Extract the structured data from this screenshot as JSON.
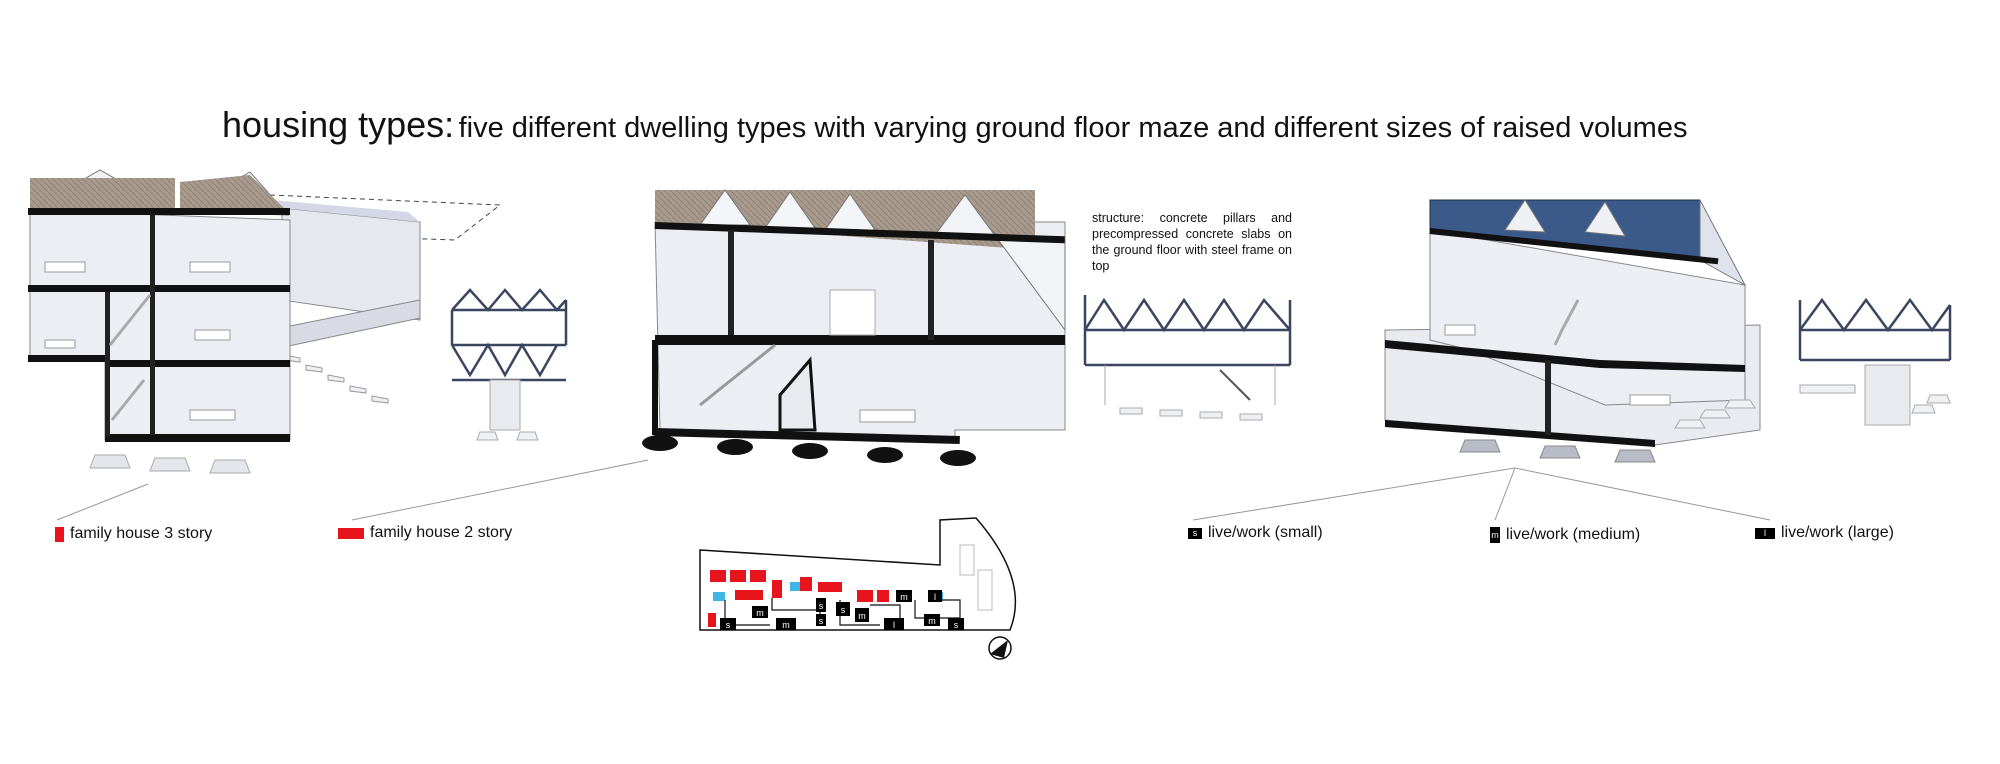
{
  "title": {
    "lead": "housing types:",
    "rest": "five different dwelling types with varying ground floor maze and different sizes of raised volumes"
  },
  "structure_note": "structure: concrete pillars and precompressed concrete slabs on the ground floor with steel frame on top",
  "legend": {
    "family_3": "family house 3 story",
    "family_2": "family house 2 story",
    "lw_small": "live/work (small)",
    "lw_small_tag": "s",
    "lw_medium": "live/work (medium)",
    "lw_medium_tag": "m",
    "lw_large": "live/work (large)",
    "lw_large_tag": "l"
  },
  "site_plan_tags": [
    "s",
    "m",
    "m",
    "s",
    "s",
    "m",
    "l",
    "m",
    "s",
    "m",
    "l",
    "s"
  ],
  "colors": {
    "family": "#e8141b",
    "livework": "#000000",
    "highlight": "#3fb6e6",
    "roof_wood": "#a89a8c",
    "roof_solar": "#3b5a8a",
    "glass": "#dfe3ee"
  },
  "icons": [
    "north-arrow-icon"
  ]
}
